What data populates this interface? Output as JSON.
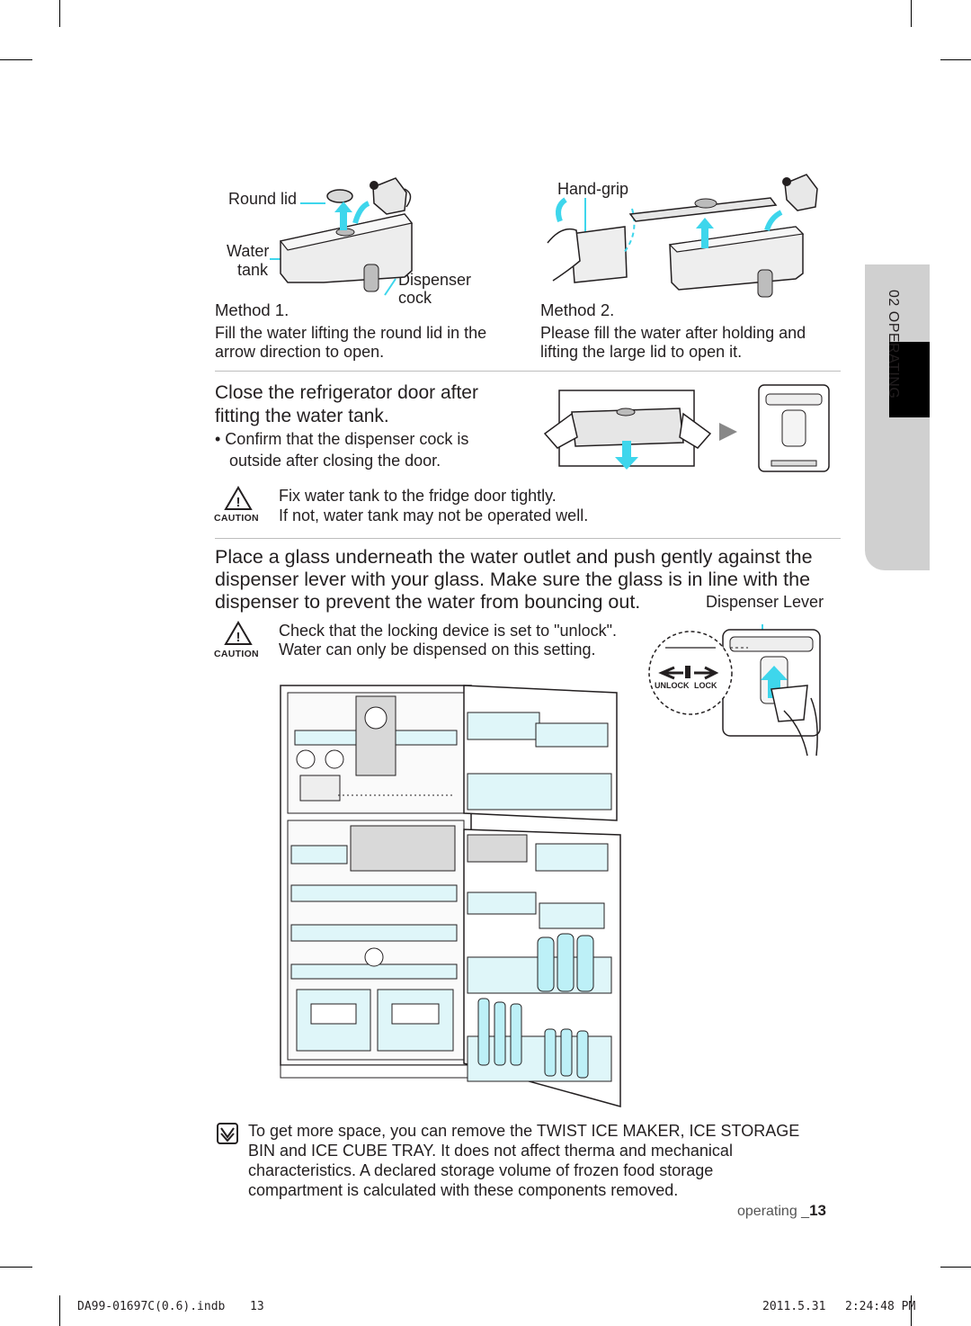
{
  "section_tab": {
    "label": "02 OPERATING"
  },
  "method1": {
    "label_round_lid": "Round lid",
    "label_water": "Water",
    "label_tank": "tank",
    "label_dispenser": "Dispenser",
    "label_cock": "cock",
    "title": "Method 1.",
    "line1": "Fill the water lifting the round lid in the",
    "line2": "arrow direction to open."
  },
  "method2": {
    "label_hand_grip": "Hand-grip",
    "title": "Method 2.",
    "line1": "Please fill the water after holding and",
    "line2": "lifting the large lid to open it."
  },
  "close_section": {
    "heading_line1": "Close the refrigerator door after",
    "heading_line2": "fitting the water tank.",
    "bullet_line1": "• Confirm that the dispenser cock is",
    "bullet_line2": "outside after closing the door."
  },
  "caution1": {
    "word": "CAUTION",
    "line1": "Fix water tank to the fridge door tightly.",
    "line2": "If not, water tank may not be operated well."
  },
  "place_section": {
    "line1": "Place a glass underneath the water outlet and push gently against the",
    "line2": "dispenser lever with your glass. Make sure the glass is in line with the",
    "line3": "dispenser to prevent the water from bouncing out.",
    "label_dispenser_lever": "Dispenser Lever",
    "label_unlock": "UNLOCK",
    "label_lock": "LOCK"
  },
  "caution2": {
    "word": "CAUTION",
    "line1": "Check that the locking device is set to \"unlock\".",
    "line2": "Water can only be dispensed on this setting."
  },
  "note": {
    "line1": "To get more space, you can remove the TWIST ICE MAKER, ICE STORAGE",
    "line2": "BIN and ICE CUBE TRAY. It does not affect therma and mechanical",
    "line3": "characteristics. A declared storage volume of frozen food storage",
    "line4": "compartment is calculated with these components removed."
  },
  "page_footer": {
    "label": "operating _",
    "number": "13"
  },
  "print_footer": {
    "file": "DA99-01697C(0.6).indb",
    "page": "13",
    "date": "2011.5.31",
    "time": "2:24:48 PM"
  },
  "colors": {
    "accent": "#3ed6ec",
    "tab_gray": "#c9c9c9",
    "tab_black": "#000000"
  }
}
